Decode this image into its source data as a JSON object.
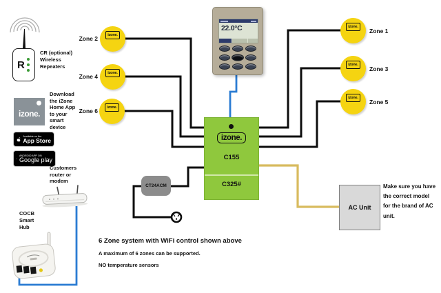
{
  "colors": {
    "zone_yellow": "#F5D411",
    "controller_green": "#8FC83D",
    "wire_black": "#0D0D0D",
    "wire_blue": "#2B7CD3",
    "wire_yellow": "#D8BB5E",
    "thermostat_beige": "#B6AD99",
    "lcd_navy": "#2C3A6B",
    "module_gray": "#8C8C8C",
    "ac_gray": "#D9D9D9",
    "izone_gray": "#8A9298"
  },
  "repeater": {
    "device_label": "R",
    "caption": [
      "CR (optional)",
      "Wireless",
      "Repeaters"
    ]
  },
  "app_download": {
    "logo": "izone.",
    "caption": [
      "Download",
      "the iZone",
      "Home App",
      "to your",
      "smart",
      "device"
    ]
  },
  "store_badges": {
    "app_store": {
      "tagline": "Available on the",
      "name": "App Store"
    },
    "google_play": {
      "tagline": "ANDROID APP ON",
      "name": "Google play"
    }
  },
  "router": {
    "caption": [
      "Customers",
      "router or",
      "modem"
    ]
  },
  "hub": {
    "caption": [
      "COCB",
      "Smart",
      "Hub"
    ]
  },
  "thermostat": {
    "display_temp": "22.0°C"
  },
  "controller": {
    "logo": "izone.",
    "model_upper": "C155",
    "model_lower": "C325#"
  },
  "ct_module": {
    "label": "CT24ACM"
  },
  "ac_unit": {
    "label": "AC Unit",
    "note": [
      "Make sure you have",
      "the correct model",
      "for the brand of AC",
      "unit."
    ]
  },
  "zones": {
    "badge": "izone.",
    "left": [
      {
        "label": "Zone 2"
      },
      {
        "label": "Zone 4"
      },
      {
        "label": "Zone 6"
      }
    ],
    "right": [
      {
        "label": "Zone 1"
      },
      {
        "label": "Zone 3"
      },
      {
        "label": "Zone 5"
      }
    ]
  },
  "footer": [
    "6 Zone system with WiFi control shown above",
    "A maximum of 6 zones can be supported.",
    "NO temperature sensors"
  ]
}
